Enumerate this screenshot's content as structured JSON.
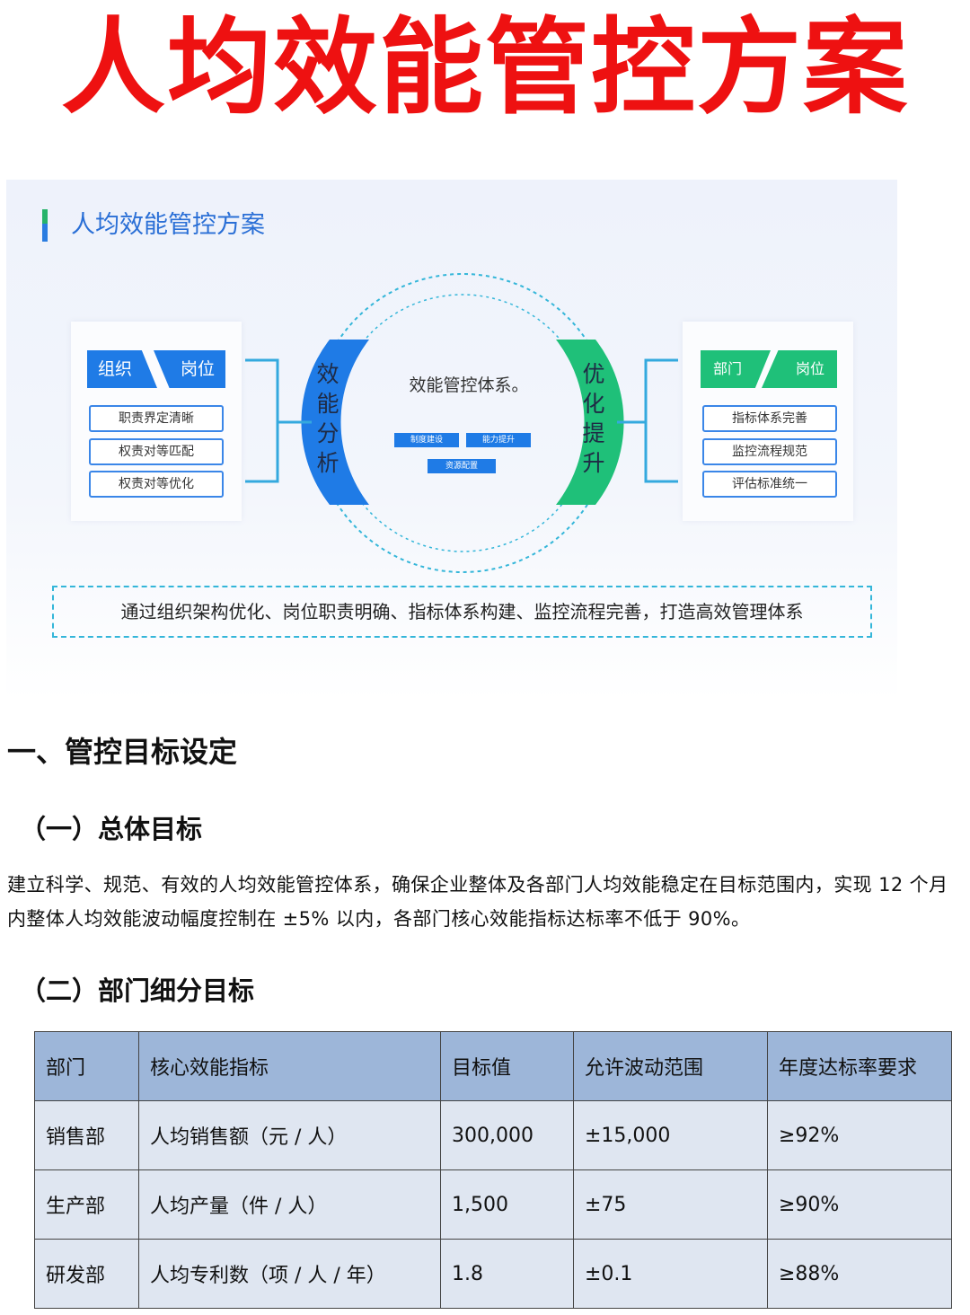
{
  "title": "人均效能管控方案",
  "banner": {
    "title": "人均效能管控方案",
    "left_tags": [
      "组织",
      "岗位"
    ],
    "left_items": [
      "职责界定清晰",
      "权责对等匹配",
      "权责对等优化"
    ],
    "left_arc_label": "效能分析",
    "center_title": "效能管控体系。",
    "center_chips": [
      "制度建设",
      "能力提升",
      "资源配置"
    ],
    "right_arc_label": "优化提升",
    "right_tags": [
      "部门",
      "岗位"
    ],
    "right_items": [
      "指标体系完善",
      "监控流程规范",
      "评估标准统一"
    ],
    "slogan": "通过组织架构优化、岗位职责明确、指标体系构建、监控流程完善，打造高效管理体系",
    "colors": {
      "blue": "#1f7be6",
      "green": "#1fc079",
      "dashed": "#34b6d9"
    }
  },
  "section1": {
    "heading": "一、管控目标设定",
    "sub1": {
      "heading": "（一）总体目标",
      "text": "建立科学、规范、有效的人均效能管控体系，确保企业整体及各部门人均效能稳定在目标范围内，实现 12 个月内整体人均效能波动幅度控制在 ±5% 以内，各部门核心效能指标达标率不低于 90%。"
    },
    "sub2": {
      "heading": "（二）部门细分目标",
      "table": {
        "headers": [
          "部门",
          "核心效能指标",
          "目标值",
          "允许波动范围",
          "年度达标率要求"
        ],
        "rows": [
          [
            "销售部",
            "人均销售额（元 / 人）",
            "300,000",
            "±15,000",
            "≥92%"
          ],
          [
            "生产部",
            "人均产量（件 / 人）",
            "1,500",
            "±75",
            "≥90%"
          ],
          [
            "研发部",
            "人均专利数（项 / 人 / 年）",
            "1.8",
            "±0.1",
            "≥88%"
          ]
        ]
      }
    }
  }
}
